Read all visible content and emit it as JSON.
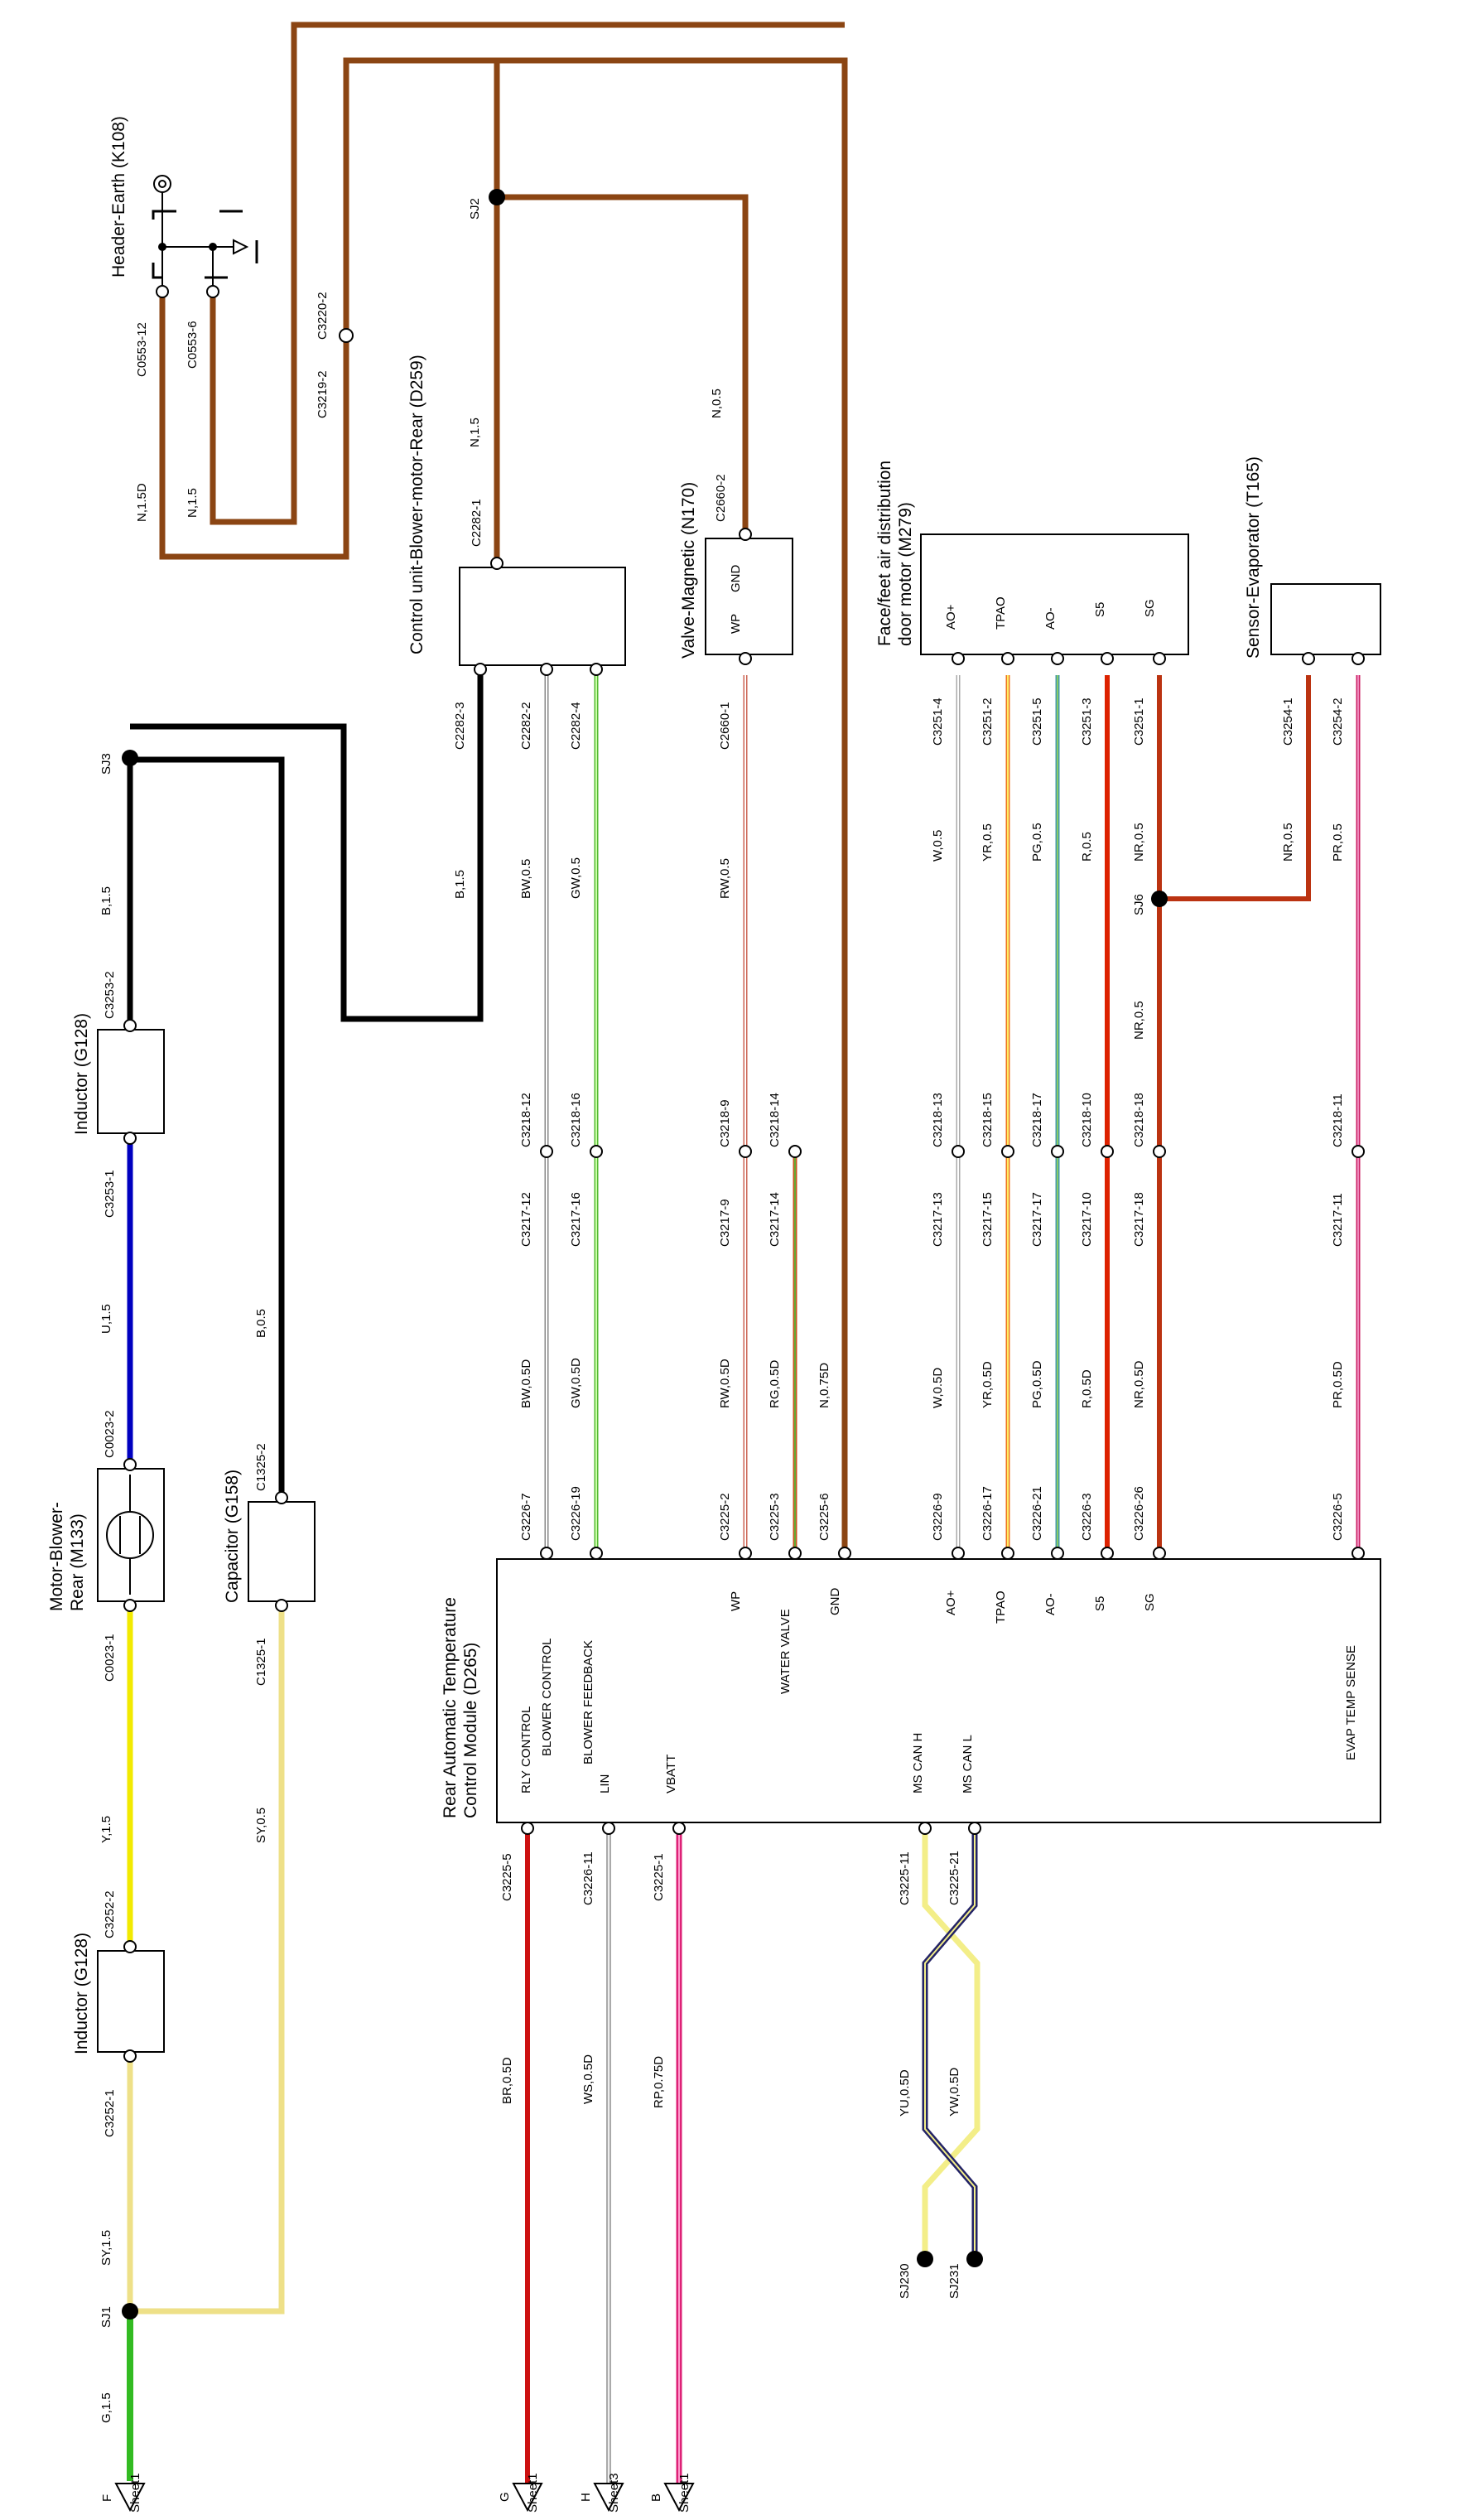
{
  "components": {
    "header_earth": "Header-Earth (K108)",
    "control_unit_blower": "Control unit-Blower-motor-Rear (D259)",
    "valve_magnetic": "Valve-Magnetic (N170)",
    "face_feet_motor": "Face/feet air distribution door motor (M279)",
    "sensor_evaporator": "Sensor-Evaporator (T165)",
    "inductor_top": "Inductor (G128)",
    "inductor_bottom": "Inductor (G128)",
    "motor_blower_rear": "Motor-Blower-Rear (M133)",
    "capacitor": "Capacitor (G158)",
    "rear_module": "Rear Automatic Temperature Control Module (D265)"
  },
  "module_pins": {
    "rly_control": "RLY CONTROL",
    "blower_control": "BLOWER CONTROL",
    "blower_feedback": "BLOWER FEEDBACK",
    "lin": "LIN",
    "vbatt": "VBATT",
    "wp": "WP",
    "water_valve": "WATER VALVE",
    "gnd": "GND",
    "ao_plus": "AO+",
    "tpao": "TPAO",
    "ao_minus": "AO-",
    "s5": "S5",
    "sg": "SG",
    "ms_can_h": "MS CAN H",
    "ms_can_l": "MS CAN L",
    "evap_temp_sense": "EVAP TEMP SENSE"
  },
  "device_pins": {
    "valve_wp": "WP",
    "valve_gnd": "GND",
    "m279_ao_plus": "AO+",
    "m279_tpao": "TPAO",
    "m279_ao_minus": "AO-",
    "m279_s5": "S5",
    "m279_sg": "SG"
  },
  "splices": {
    "sj1": "SJ1",
    "sj2": "SJ2",
    "sj3": "SJ3",
    "sj6": "SJ6",
    "sj230": "SJ230",
    "sj231": "SJ231"
  },
  "connectors": {
    "c0553_12": "C0553-12",
    "c0553_6": "C0553-6",
    "c3219_2": "C3219-2",
    "c3220_2": "C3220-2",
    "c2282_1": "C2282-1",
    "c2282_3": "C2282-3",
    "c2282_2": "C2282-2",
    "c2282_4": "C2282-4",
    "c2660_2": "C2660-2",
    "c2660_1": "C2660-1",
    "c3251_4": "C3251-4",
    "c3251_2": "C3251-2",
    "c3251_5": "C3251-5",
    "c3251_3": "C3251-3",
    "c3251_1": "C3251-1",
    "c3254_1": "C3254-1",
    "c3254_2": "C3254-2",
    "c3253_2": "C3253-2",
    "c3253_1": "C3253-1",
    "c0023_2": "C0023-2",
    "c0023_1": "C0023-1",
    "c1325_2": "C1325-2",
    "c1325_1": "C1325-1",
    "c3252_2": "C3252-2",
    "c3252_1": "C3252-1",
    "c3218_12": "C3218-12",
    "c3218_16": "C3218-16",
    "c3218_9": "C3218-9",
    "c3218_14": "C3218-14",
    "c3218_13": "C3218-13",
    "c3218_15": "C3218-15",
    "c3218_17": "C3218-17",
    "c3218_10": "C3218-10",
    "c3218_18": "C3218-18",
    "c3218_11": "C3218-11",
    "c3217_12": "C3217-12",
    "c3217_16": "C3217-16",
    "c3217_9": "C3217-9",
    "c3217_14": "C3217-14",
    "c3217_13": "C3217-13",
    "c3217_15": "C3217-15",
    "c3217_17": "C3217-17",
    "c3217_10": "C3217-10",
    "c3217_18": "C3217-18",
    "c3217_11": "C3217-11",
    "c3226_7": "C3226-7",
    "c3226_19": "C3226-19",
    "c3225_2": "C3225-2",
    "c3225_3": "C3225-3",
    "c3225_6": "C3225-6",
    "c3226_9": "C3226-9",
    "c3226_17": "C3226-17",
    "c3226_21": "C3226-21",
    "c3226_3": "C3226-3",
    "c3226_26": "C3226-26",
    "c3226_5": "C3226-5",
    "c3225_5": "C3225-5",
    "c3226_11": "C3226-11",
    "c3225_1": "C3225-1",
    "c3225_11": "C3225-11",
    "c3225_21": "C3225-21"
  },
  "wires": {
    "n15d": "N,1.5D",
    "n15_a": "N,1.5",
    "n15_b": "N,1.5",
    "n05": "N,0.5",
    "b15_a": "B,1.5",
    "b15_b": "B,1.5",
    "bw05": "BW,0.5",
    "gw05": "GW,0.5",
    "rw05": "RW,0.5",
    "w05": "W,0.5",
    "yr05": "YR,0.5",
    "pg05": "PG,0.5",
    "r05": "R,0.5",
    "nr05_a": "NR,0.5",
    "nr05_b": "NR,0.5",
    "nr05_c": "NR,0.5",
    "pr05": "PR,0.5",
    "u15": "U,1.5",
    "b05": "B,0.5",
    "y15": "Y,1.5",
    "sy05": "SY,0.5",
    "sy15": "SY,1.5",
    "g15": "G,1.5",
    "bw05d": "BW,0.5D",
    "gw05d": "GW,0.5D",
    "rw05d": "RW,0.5D",
    "rg05d": "RG,0.5D",
    "n075d": "N,0.75D",
    "w05d": "W,0.5D",
    "yr05d": "YR,0.5D",
    "pg05d": "PG,0.5D",
    "r05d": "R,0.5D",
    "nr05d": "NR,0.5D",
    "pr05d": "PR,0.5D",
    "br05d": "BR,0.5D",
    "ws05d": "WS,0.5D",
    "rp075d": "RP,0.75D",
    "yu05d": "YU,0.5D",
    "yw05d": "YW,0.5D"
  },
  "sheet_refs": {
    "f": "F",
    "g": "G",
    "h": "H",
    "b": "B",
    "sheet1_f": "Sheet1",
    "sheet1_g": "Sheet1",
    "sheet3_h": "Sheet3",
    "sheet1_b": "Sheet1"
  },
  "colors": {
    "brown": "#8B4513",
    "black": "#000000",
    "blue": "#0000c0",
    "yellow": "#ffff00",
    "light_yellow": "#f5f0a0",
    "green": "#33bb22",
    "red": "#cc2200",
    "pink": "#dd3399",
    "grey": "#bbbbbb",
    "orange": "#ff8800",
    "light_green": "#66cc44"
  }
}
